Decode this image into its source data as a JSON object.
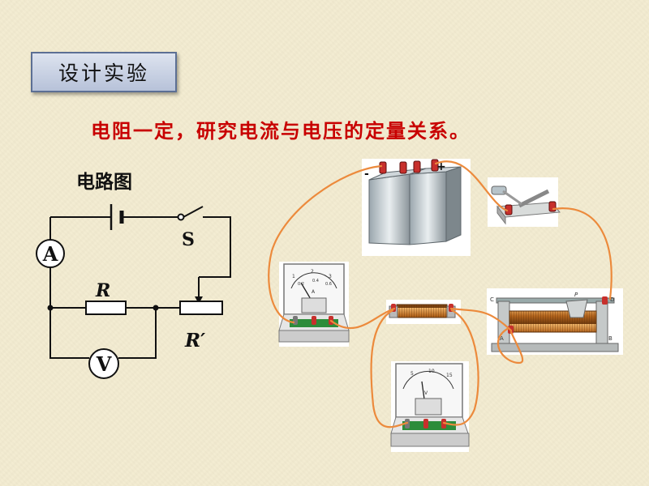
{
  "title": "设计实验",
  "subtitle": "电阻一定，研究电流与电压的定量关系。",
  "circuit": {
    "label": "电路图",
    "ammeter": "A",
    "voltmeter": "V",
    "switch": "S",
    "resistor": "R",
    "rheostat": "R′"
  },
  "apparatus": {
    "battery_minus": "-",
    "battery_plus": "+",
    "ammeter_letter": "A",
    "ammeter_ticks": [
      "1",
      "2",
      "3",
      "0.2",
      "0.4",
      "0.6"
    ],
    "voltmeter_letter": "V",
    "voltmeter_ticks": [
      "5",
      "10",
      "15"
    ],
    "rheostat_terminals": [
      "C",
      "P",
      "D",
      "A",
      "B"
    ]
  },
  "colors": {
    "wire": "#ec8a3c",
    "subtitle": "#c80000",
    "background": "#f3ecd0"
  }
}
